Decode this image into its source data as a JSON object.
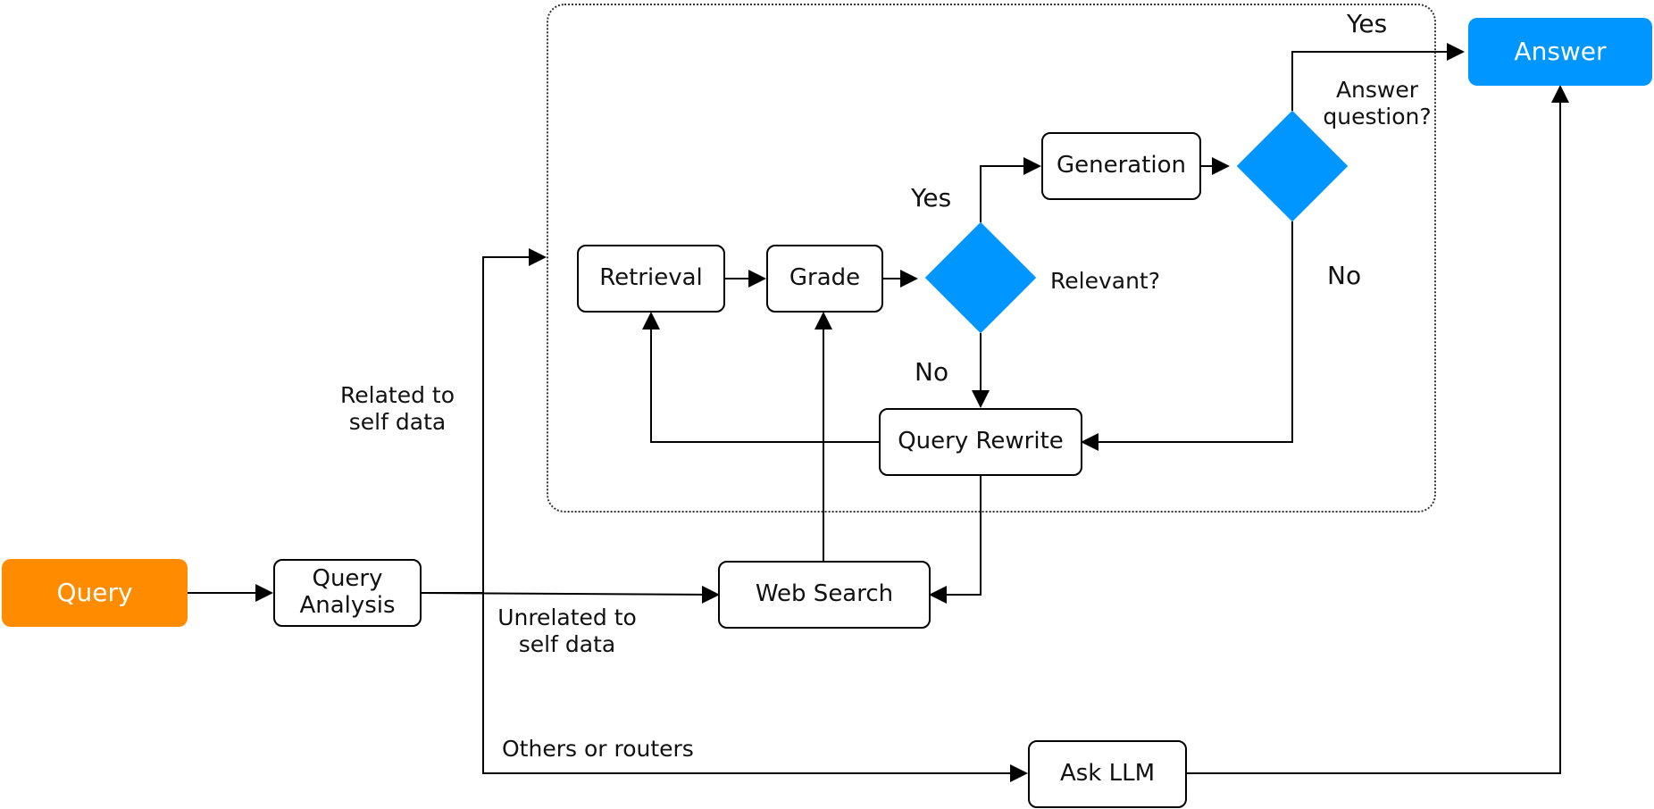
{
  "colors": {
    "query_fill": "#FF8C00",
    "answer_fill": "#0096FF",
    "decision_fill": "#0096FF",
    "stroke": "#000000",
    "text_dark": "#111111",
    "text_light": "#FFFFFF"
  },
  "nodes": {
    "query": "Query",
    "query_analysis": "Query Analysis",
    "retrieval": "Retrieval",
    "grade": "Grade",
    "generation": "Generation",
    "query_rewrite": "Query Rewrite",
    "web_search": "Web Search",
    "ask_llm": "Ask LLM",
    "answer": "Answer"
  },
  "decisions": {
    "relevant": "Relevant?",
    "answer_question": "Answer question?"
  },
  "edge_labels": {
    "yes_relevant": "Yes",
    "no_relevant": "No",
    "yes_answer": "Yes",
    "no_answer": "No",
    "related": "Related to self data",
    "unrelated": "Unrelated to self data",
    "others": "Others or routers"
  }
}
